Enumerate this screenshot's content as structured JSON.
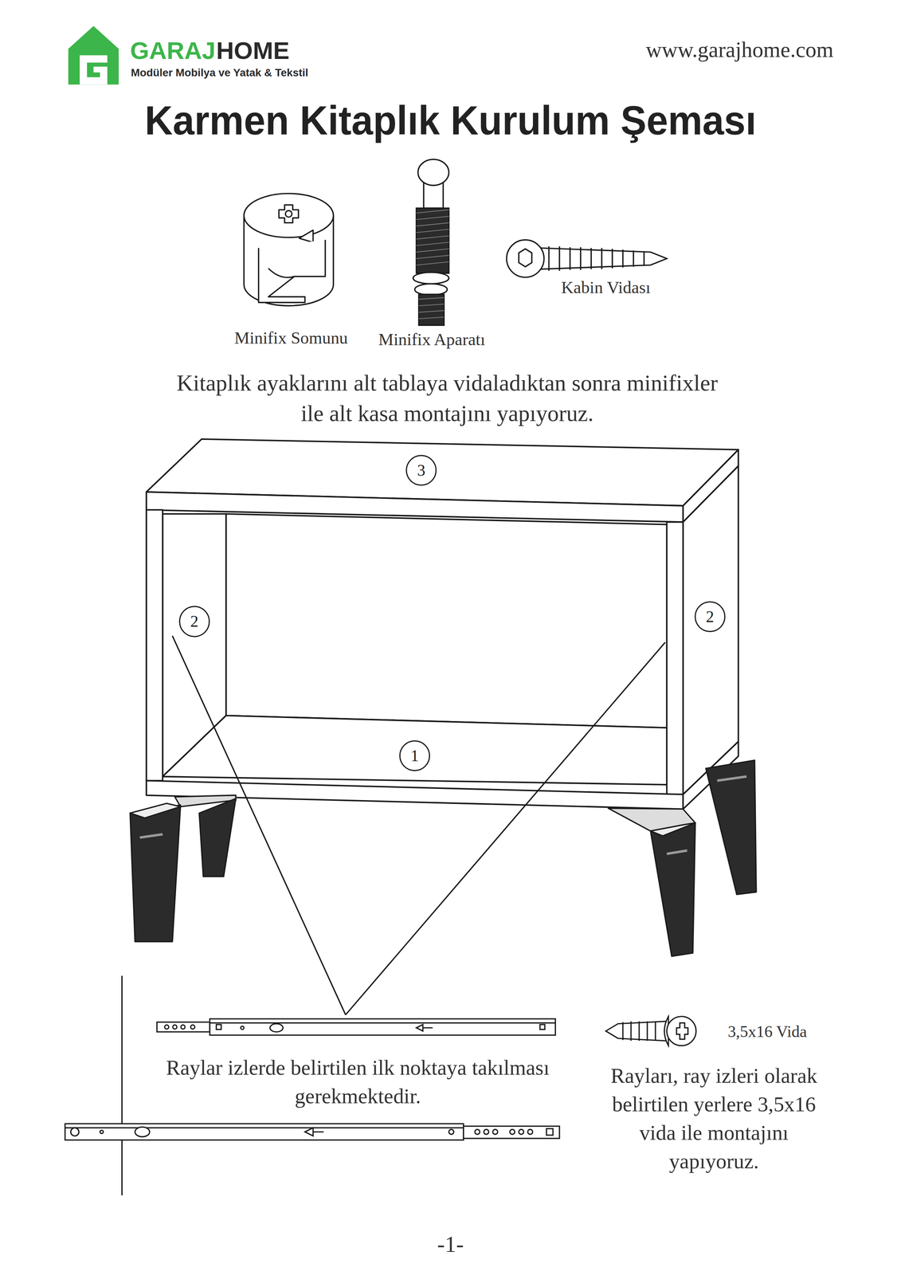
{
  "diagram": {
    "title": "Karmen Kitaplık Kurulum Şeması",
    "nodes": [
      {
        "text": [
          "3"
        ]
      },
      {
        "text": [
          "2"
        ]
      },
      {
        "text": [
          "2"
        ]
      },
      {
        "text": [
          "1"
        ]
      }
    ],
    "labels": [
      "GARAJ",
      "HOME",
      "Modüler Mobilya ve Yatak & Tekstil",
      "www.garajhome.com",
      "Minifix Somunu",
      "Minifix Aparatı",
      "Kabin Vidası",
      "Kitaplık ayaklarını alt tablaya vidaladıktan sonra minifixler ile alt kasa montajını yapıyoruz.",
      "3,5x16 Vida",
      "Raylar izlerde belirtilen ilk noktaya takılması gerekmektedir.",
      "Rayları, ray izleri olarak belirtilen yerlere 3,5x16 vida ile montajını yapıyoruz.",
      "-1-"
    ]
  }
}
